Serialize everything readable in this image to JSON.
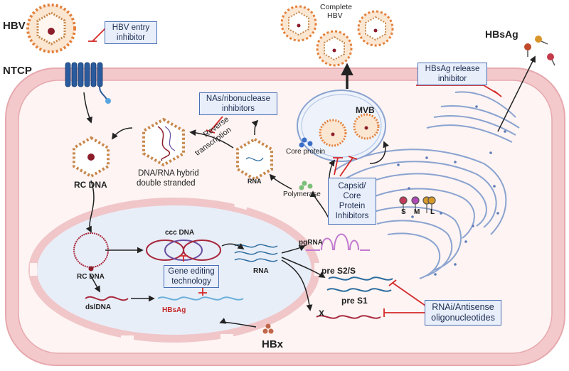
{
  "labels": {
    "hbv": "HBV",
    "ntcp": "NTCP",
    "rc_dna": "RC DNA",
    "hybrid_line1": "DNA/RNA hybrid",
    "hybrid_line2": "double stranded",
    "reverse_line1": "Reverse",
    "reverse_line2": "transcription",
    "rna_capsid": "RNA",
    "complete_hbv_line1": "Complete",
    "complete_hbv_line2": "HBV",
    "mvb": "MVB",
    "core_protein": "Core protein",
    "polymerase": "Polymerase",
    "hbsag_top": "HBsAg",
    "s": "S",
    "m": "M",
    "l": "L",
    "ccc_dna": "ccc DNA",
    "rc_dna_nucleus": "RC DNA",
    "dsl_dna": "dslDNA",
    "hbsag_nucleus": "HBsAg",
    "rna_nucleus": "RNA",
    "pgrna": "pgRNA",
    "pre_s2s": "pre S2/S",
    "pre_s1": "pre S1",
    "x": "X",
    "hbx": "HBx"
  },
  "boxes": {
    "entry_inhibitor": {
      "line1": "HBV entry",
      "line2": "inhibitor"
    },
    "nas_inhibitors": {
      "line1": "NAs/ribonuclease",
      "line2": "inhibitors"
    },
    "release_inhibitor": {
      "line1": "HBsAg release",
      "line2": "inhibitor"
    },
    "capsid_inhibitors": {
      "line1": "Capsid/",
      "line2": "Core",
      "line3": "Protein",
      "line4": "Inhibitors"
    },
    "gene_editing": {
      "line1": "Gene editing",
      "line2": "technology"
    },
    "rnai": {
      "line1": "RNAi/Antisense",
      "line2": "oligonucleotides"
    }
  },
  "colors": {
    "cell_membrane": "#f3c9cc",
    "cell_inner": "#fdf4f3",
    "nucleus": "#e8eef8",
    "capsid_dots": "#c8874a",
    "envelope": "#e3803a",
    "dna": "#a8283c",
    "inhibitor_red": "#d42a2a",
    "box_border": "#4a6fb5",
    "er_blue": "#5e7cb8",
    "ntcp_blue": "#2a5b9e"
  }
}
